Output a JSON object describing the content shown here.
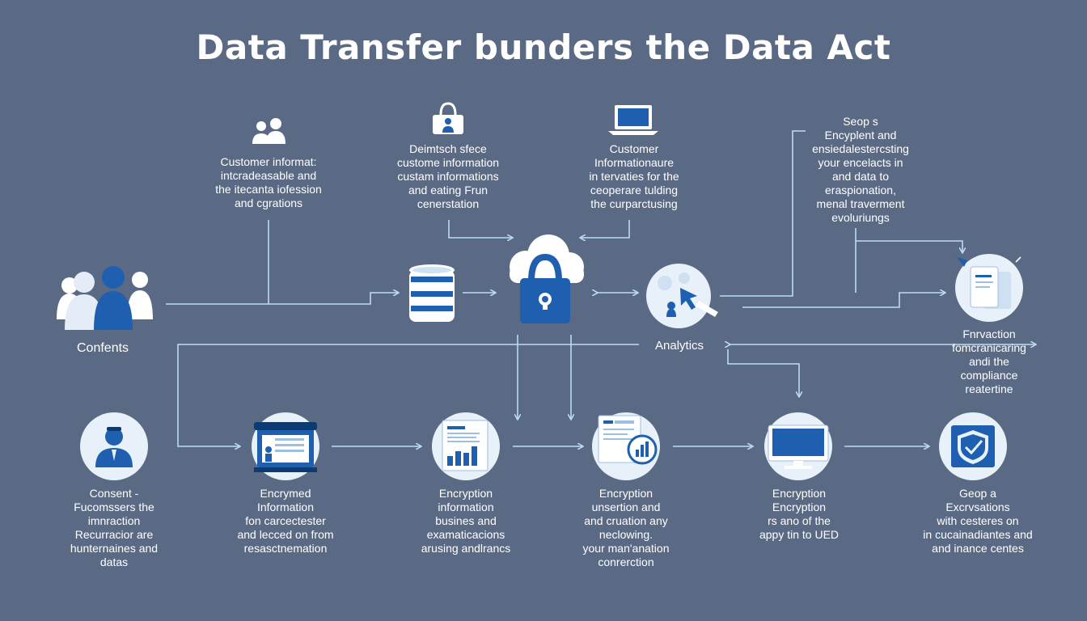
{
  "title": "Data Transfer bunders the Data Act",
  "colors": {
    "background": "#5a6a84",
    "arrow": "#b9dcf2",
    "circle_bg": "#e8f1fa",
    "icon_blue": "#1e5fb0",
    "icon_light": "#dce8f5"
  },
  "top_row": [
    {
      "icon": "users-icon",
      "lines": [
        "Customer informat:",
        "intcradeasable and",
        "the itecanta iofession",
        "and cgrations"
      ]
    },
    {
      "icon": "lock-person-icon",
      "lines": [
        "Deimtsch sfece",
        "custome information",
        "custam informations",
        "and eating Frun",
        "cenerstation"
      ]
    },
    {
      "icon": "laptop-icon",
      "lines": [
        "Customer",
        "Informationaure",
        "in tervaties for the",
        "ceoperare tulding",
        "the curparctusing"
      ]
    },
    {
      "icon": "",
      "lines": [
        "Seop s",
        "Encyplent and",
        "ensiedalestercsting",
        "your encelacts in",
        "and data to",
        "eraspionation,",
        "menal traverment",
        "evoluriungs"
      ]
    }
  ],
  "middle_row": {
    "consents_icon": "people-group-icon",
    "consents_label": "Confents",
    "database_icon": "database-icon",
    "cloud_lock_icon": "cloud-lock-icon",
    "analytics_icon": "analytics-cursor-icon",
    "analytics_label": "Analytics",
    "document_icon": "document-stack-icon",
    "document_lines": [
      "Fnrvaction",
      "fomcranicaring",
      "andi the",
      "compliance",
      "reatertine"
    ]
  },
  "bottom_row": [
    {
      "icon": "person-icon",
      "lines": [
        "Consent -",
        "Fucomssers the",
        "imnraction",
        "Recurracior are",
        "hunternaines and",
        "datas"
      ]
    },
    {
      "icon": "browser-window-icon",
      "lines": [
        "Encrymed",
        "Information",
        "fon carcectester",
        "and lecced on from",
        "resasctnemation"
      ]
    },
    {
      "icon": "report-chart-icon",
      "lines": [
        "Encryption",
        "information",
        "busines and",
        "examaticacions",
        "arusing andlrancs"
      ]
    },
    {
      "icon": "document-chart-icon",
      "lines": [
        "Encryption",
        "unsertion and",
        "and cruation any",
        "neclowing.",
        "your man'anation",
        "conrerction"
      ]
    },
    {
      "icon": "monitor-icon",
      "lines": [
        "Encryption",
        "Encryption",
        "rs ano of the",
        "appy tin to UED"
      ]
    },
    {
      "icon": "shield-check-icon",
      "lines": [
        "Geop a",
        "Excrvsations",
        "with cesteres on",
        "in cucainadiantes and",
        "and inance centes"
      ]
    }
  ]
}
